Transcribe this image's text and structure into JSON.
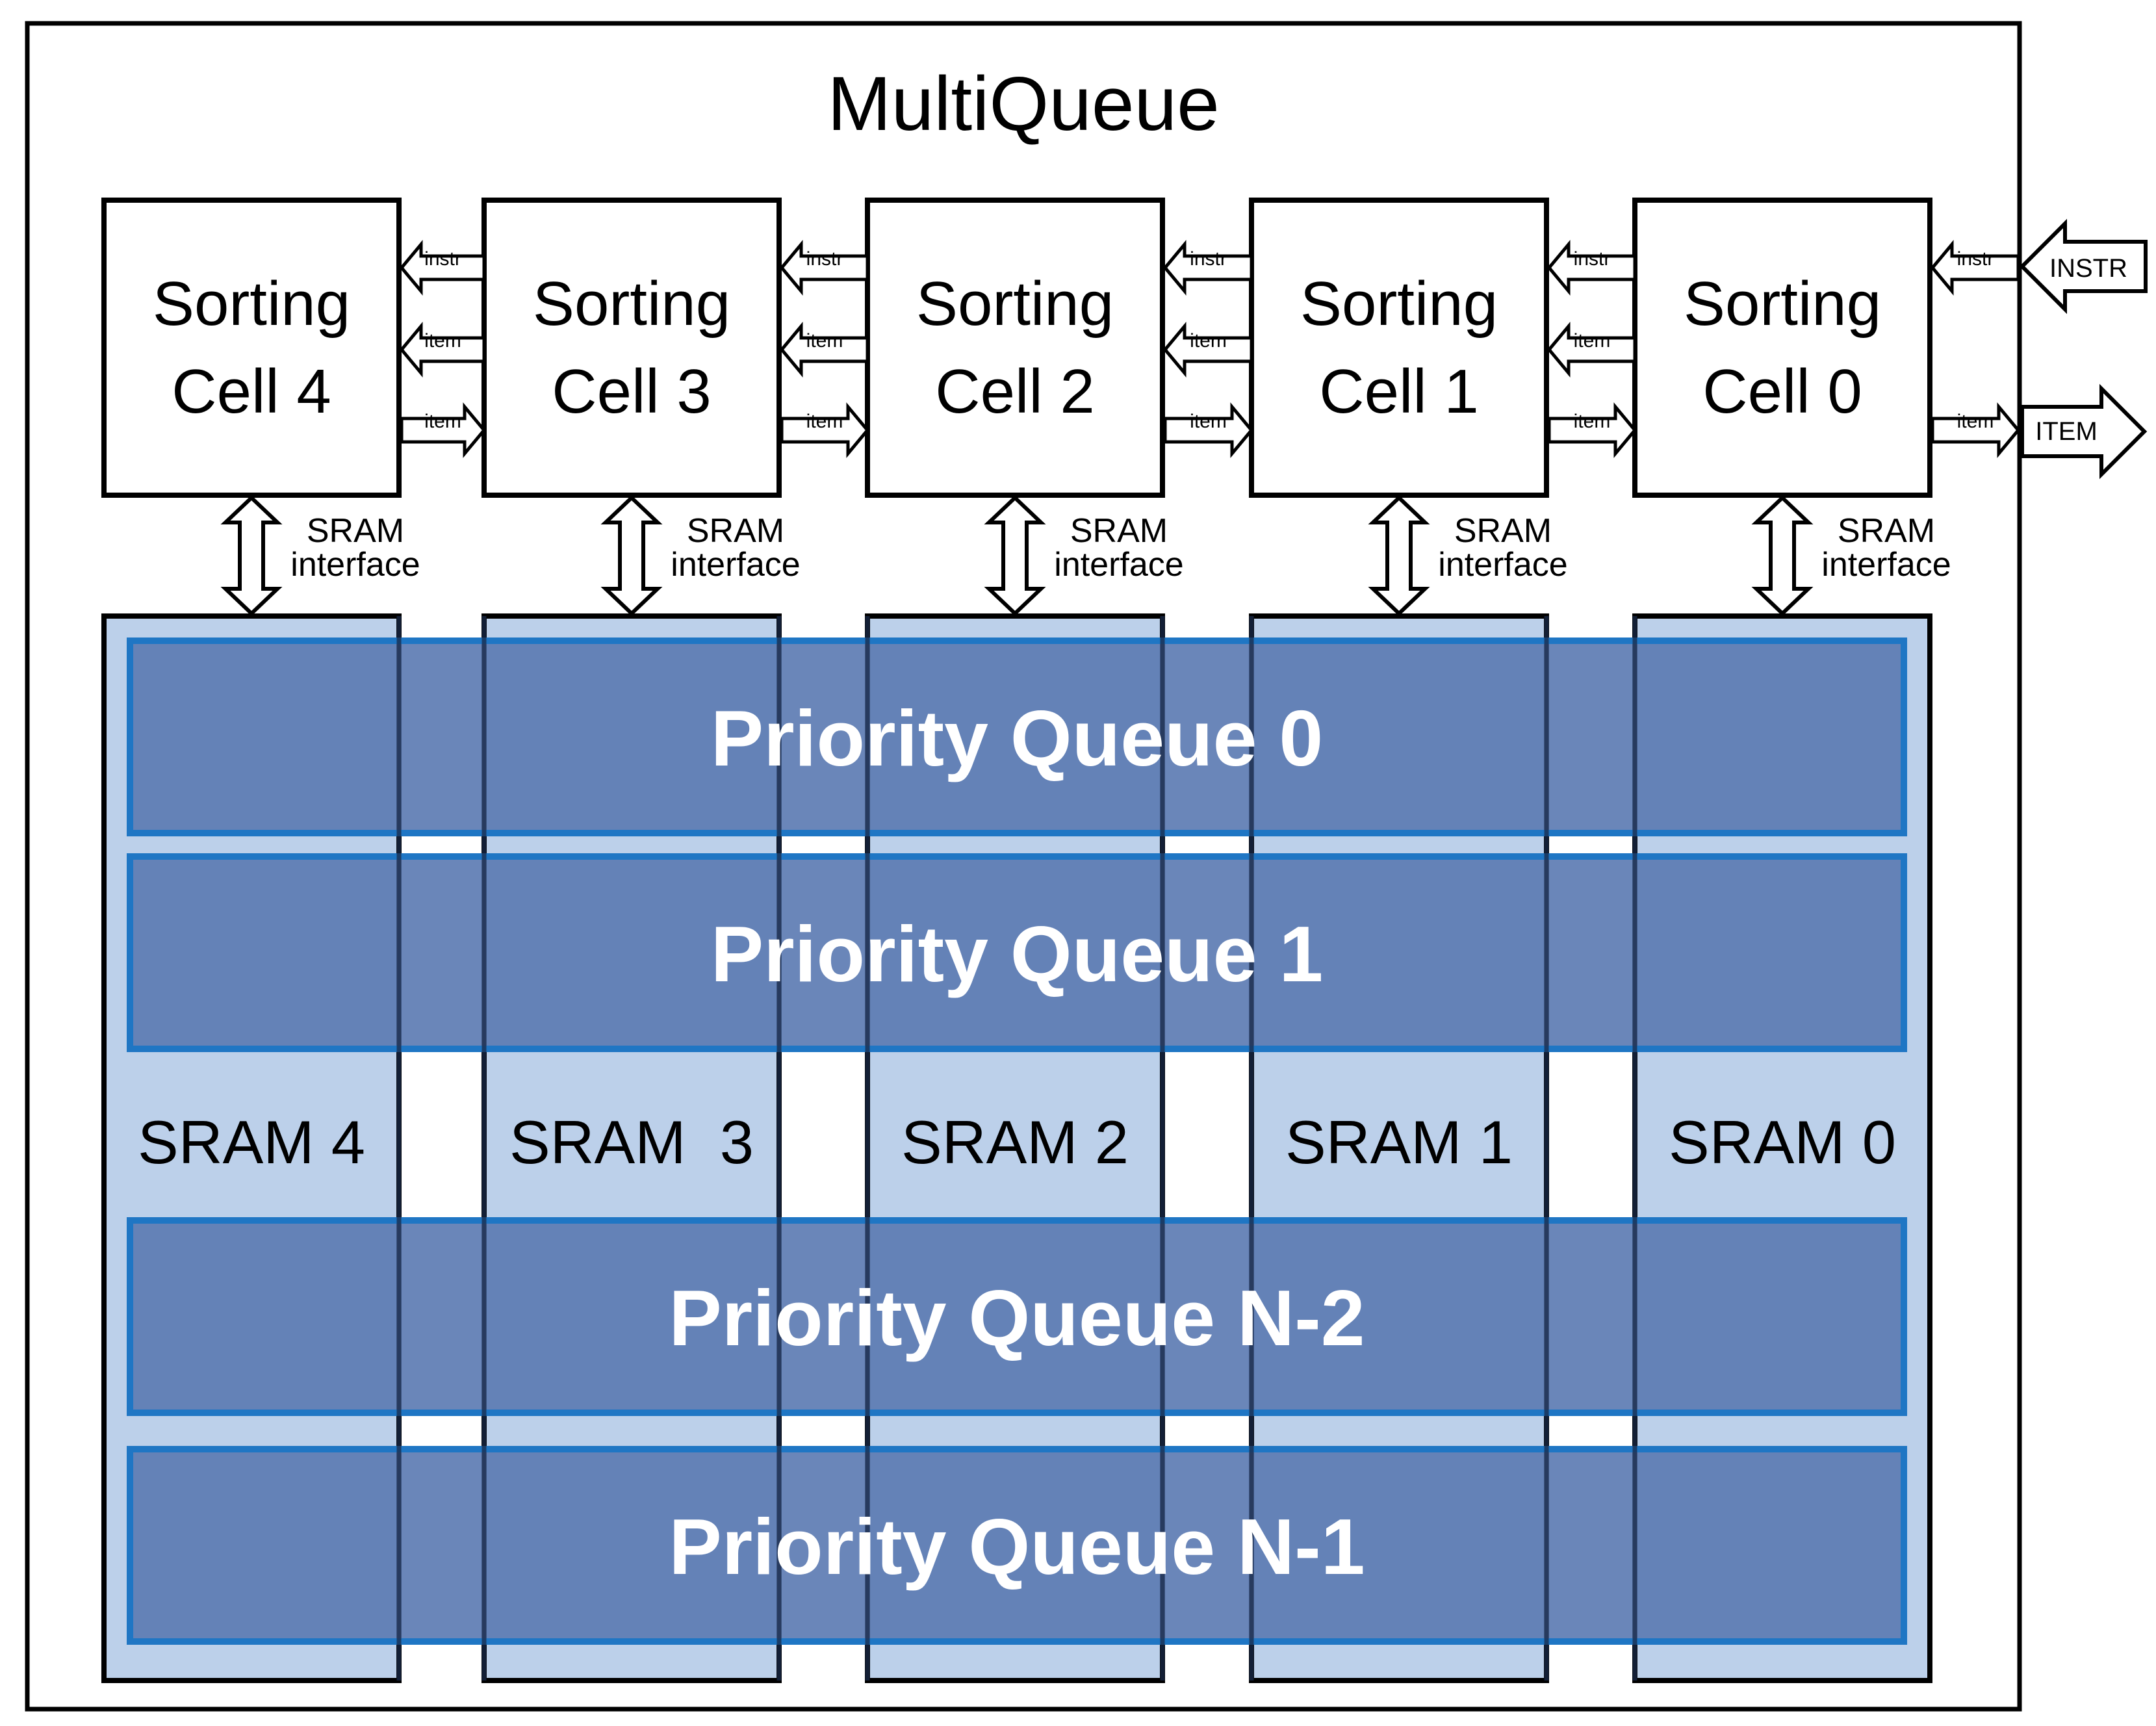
{
  "title": "MultiQueue",
  "sorting_cells": [
    {
      "line1": "Sorting",
      "line2": "Cell 4"
    },
    {
      "line1": "Sorting",
      "line2": "Cell 3"
    },
    {
      "line1": "Sorting",
      "line2": "Cell 2"
    },
    {
      "line1": "Sorting",
      "line2": "Cell 1"
    },
    {
      "line1": "Sorting",
      "line2": "Cell 0"
    }
  ],
  "srams": [
    {
      "label": "SRAM 4"
    },
    {
      "label": "SRAM  3"
    },
    {
      "label": "SRAM 2"
    },
    {
      "label": "SRAM 1"
    },
    {
      "label": "SRAM 0"
    }
  ],
  "priority_queues": [
    {
      "label": "Priority Queue 0"
    },
    {
      "label": "Priority Queue 1"
    },
    {
      "label": "Priority Queue N-2"
    },
    {
      "label": "Priority Queue N-1"
    }
  ],
  "signals": {
    "instr": "instr",
    "item": "item"
  },
  "interface": {
    "line1": "SRAM",
    "line2": "interface"
  },
  "external": {
    "instr": "INSTR",
    "item": "ITEM"
  },
  "colors": {
    "sram_fill": "#bcd0ea",
    "pq_fill": "#5a79b1",
    "pq_border": "#1f76c4",
    "overlap_fill": "#6f88b7",
    "line": "#000000"
  }
}
